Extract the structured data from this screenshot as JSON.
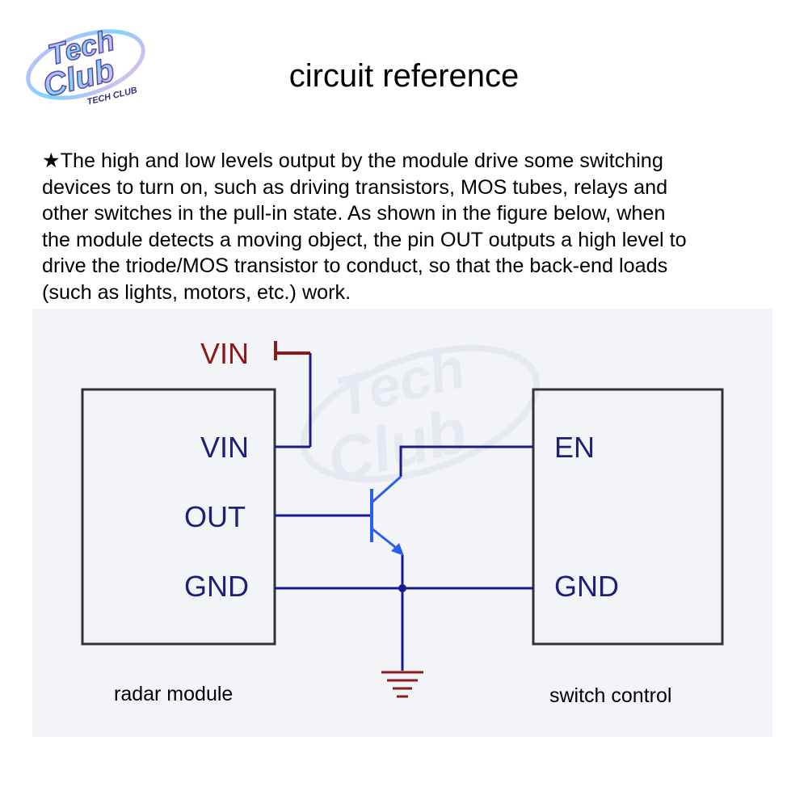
{
  "brand": {
    "logo_primary": "Tech Club",
    "logo_secondary": "TECH CLUB"
  },
  "title": "circuit reference",
  "description": {
    "lines": [
      "★The high and low levels output by the module drive some switching",
      "devices to turn on, such as driving transistors, MOS tubes, relays and",
      "other switches in the pull-in state. As shown in the figure below, when",
      "the module detects a moving object, the pin OUT outputs a high level to",
      "drive the triode/MOS transistor to conduct, so that the back-end loads",
      "(such as lights, motors, etc.) work."
    ]
  },
  "diagram": {
    "supply_label": "VIN",
    "radar_module": {
      "label": "radar module",
      "pins": [
        "VIN",
        "OUT",
        "GND"
      ]
    },
    "switch_control": {
      "label": "switch control",
      "pins": [
        "EN",
        "GND"
      ]
    },
    "colors": {
      "background": "#f2f4f8",
      "wire": "#1a1a8c",
      "supply": "#8b1a1a",
      "ground": "#8b1a1a",
      "transistor": "#2a5ef0",
      "box": "#333333",
      "pin_text": "#1f1f7a"
    }
  }
}
